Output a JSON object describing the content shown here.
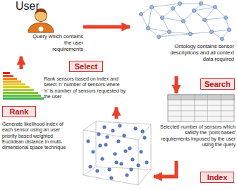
{
  "diagram": {
    "nodes": [
      {
        "text": [
          "User",
          "Query which contains the user requirements"
        ]
      },
      {
        "text": [
          "Ontology contains sensor descriptions and all context data required"
        ]
      },
      {
        "text": [
          "Selected number of sensors which satisfy the 'point based' requirements imposed by the user using the query"
        ]
      },
      {
        "text": [
          "Generate likelihood index of each sensor using an user priority based weighted Euclidean distance in multi-dimensional space technique"
        ]
      },
      {
        "text": [
          "Rank sensors based on index and select 'n' number of sensors where 'n' is number of sensors requested by the user"
        ]
      }
    ],
    "edges": [
      {
        "from": 0,
        "to": 1,
        "arrow": "to"
      },
      {
        "from": 1,
        "to": 2,
        "arrow": "to",
        "label": "Search"
      },
      {
        "from": 2,
        "to": 3,
        "arrow": "to",
        "label": "Index"
      },
      {
        "from": 3,
        "to": 4,
        "arrow": "to",
        "label": "Rank"
      },
      {
        "from": 4,
        "to": 0,
        "arrow": "to",
        "label": "Select"
      }
    ]
  }
}
